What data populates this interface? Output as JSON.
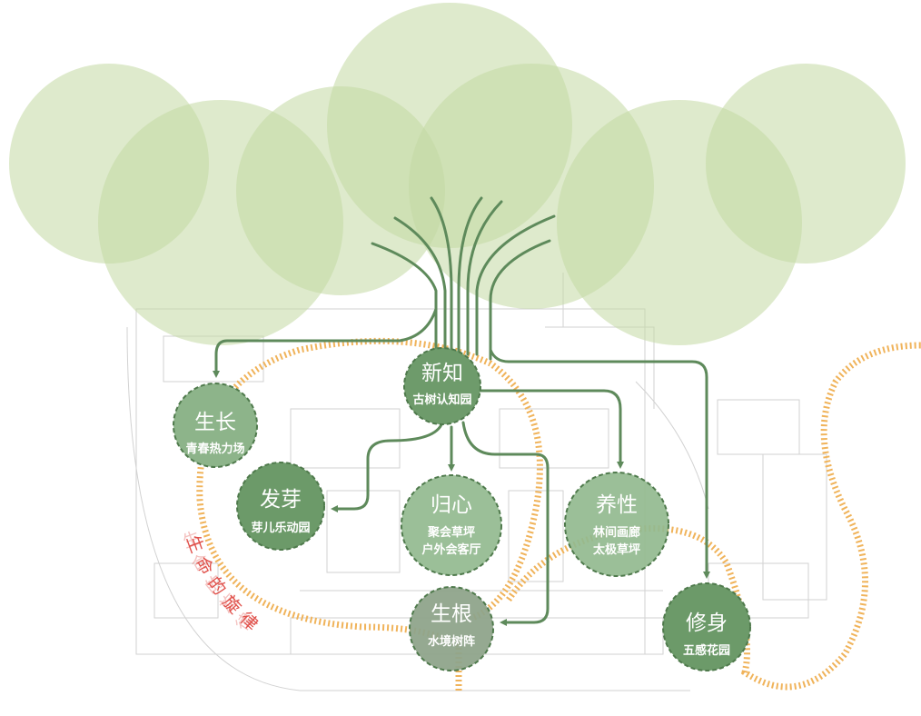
{
  "title_arc": "生命的旋律",
  "title_chars": [
    "生",
    "命",
    "的",
    "旋",
    "律"
  ],
  "nodes": [
    {
      "id": "xinzhi",
      "title": "新知",
      "subs": [
        "古树认知园"
      ],
      "color": "#6e9b6b"
    },
    {
      "id": "shengzhang",
      "title": "生长",
      "subs": [
        "青春热力场"
      ],
      "color": "#8db48a"
    },
    {
      "id": "faya",
      "title": "发芽",
      "subs": [
        "芽儿乐动园"
      ],
      "color": "#6c9a69"
    },
    {
      "id": "guixin",
      "title": "归心",
      "subs": [
        "聚会草坪",
        "户外会客厅"
      ],
      "color": "#93ba8f"
    },
    {
      "id": "yangxing",
      "title": "养性",
      "subs": [
        "林间画廊",
        "太极草坪"
      ],
      "color": "#93ba8f"
    },
    {
      "id": "shenggen",
      "title": "生根",
      "subs": [
        "水境树阵"
      ],
      "color": "#8fa48b"
    },
    {
      "id": "xiushen",
      "title": "修身",
      "subs": [
        "五感花园"
      ],
      "color": "#6c9a69"
    }
  ],
  "colors": {
    "canopy": "#c3d9a3",
    "branch": "#5e8a5b",
    "rhythm": "#f0b35a",
    "text_red": "#e0504a"
  }
}
